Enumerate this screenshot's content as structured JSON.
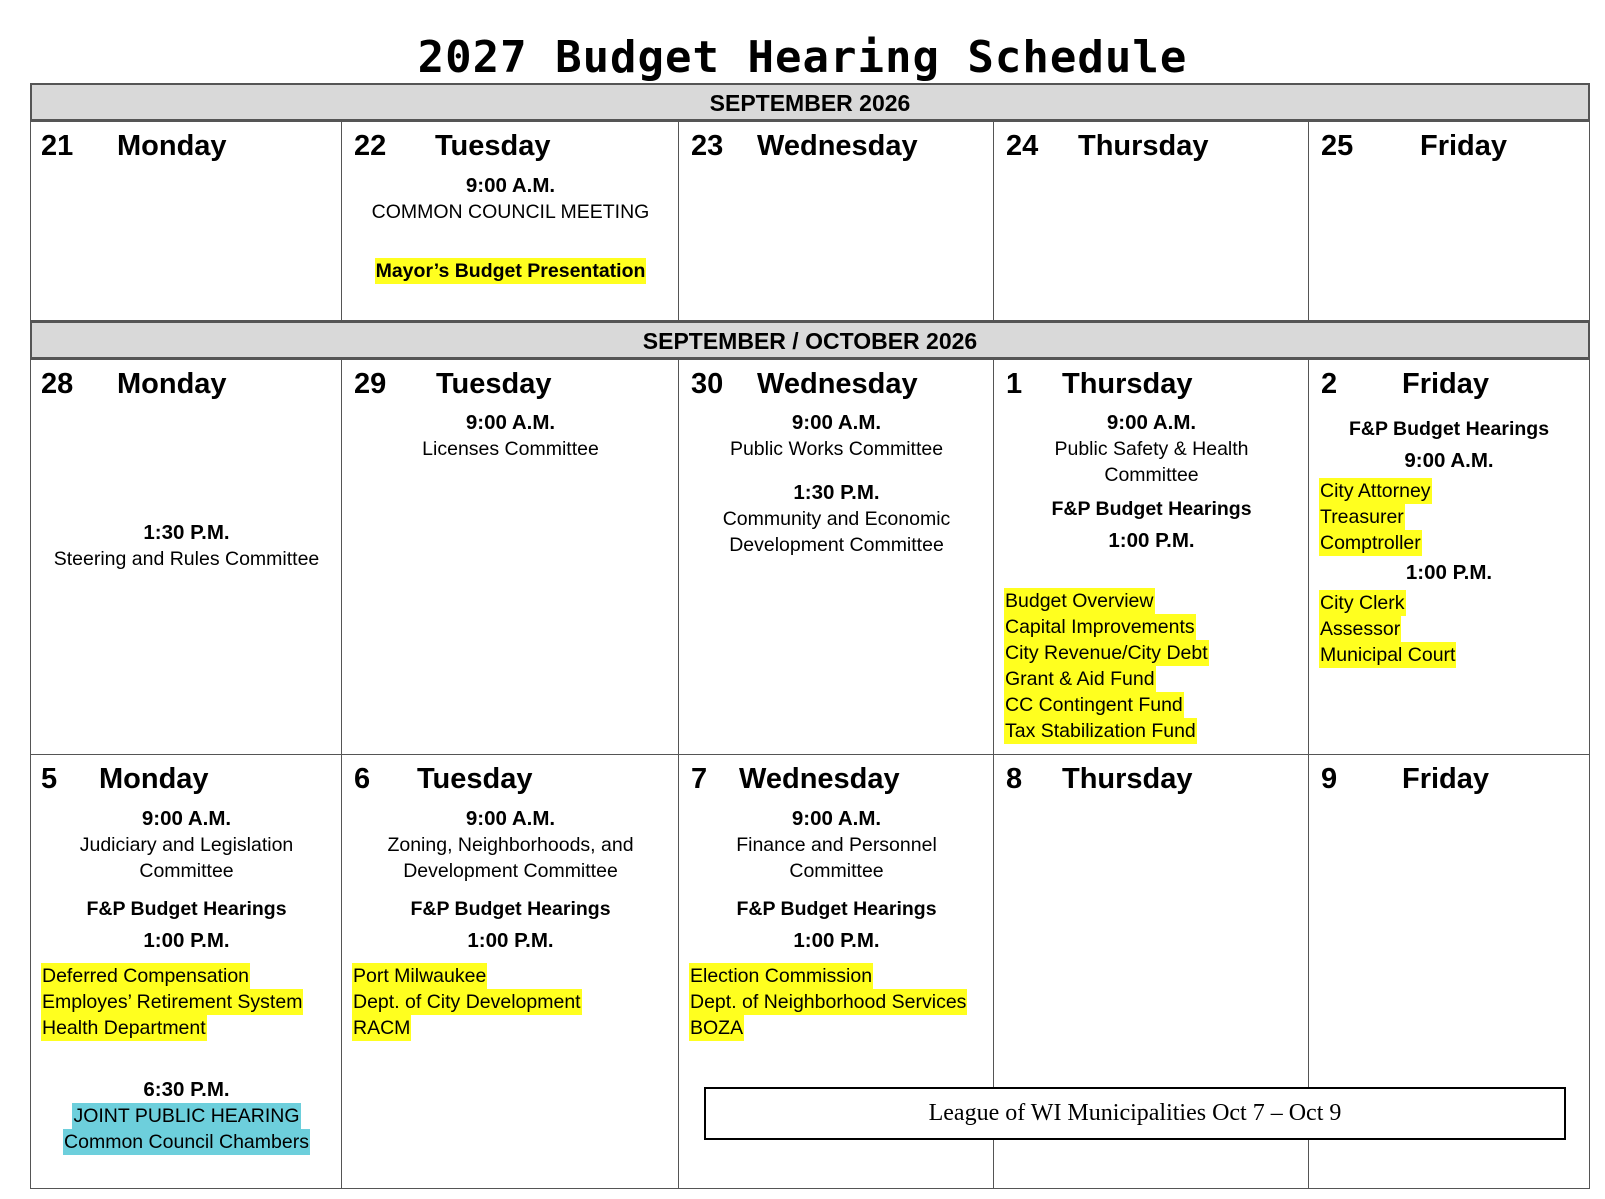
{
  "title": "2027 Budget Hearing Schedule",
  "bands": [
    "SEPTEMBER 2026",
    "SEPTEMBER / OCTOBER 2026"
  ],
  "week1": [
    {
      "num": "21",
      "day": "Monday"
    },
    {
      "num": "22",
      "day": "Tuesday",
      "time": "9:00 A.M.",
      "event": "COMMON COUNCIL MEETING",
      "highlight": "Mayor’s Budget Presentation"
    },
    {
      "num": "23",
      "day": "Wednesday"
    },
    {
      "num": "24",
      "day": "Thursday"
    },
    {
      "num": "25",
      "day": "Friday"
    }
  ],
  "week2": [
    {
      "num": "28",
      "day": "Monday",
      "time": "1:30 P.M.",
      "event": "Steering and Rules Committee"
    },
    {
      "num": "29",
      "day": "Tuesday",
      "time": "9:00 A.M.",
      "event": "Licenses Committee"
    },
    {
      "num": "30",
      "day": "Wednesday",
      "time": "9:00 A.M.",
      "event": "Public Works Committee",
      "time2": "1:30 P.M.",
      "event2a": "Community and Economic",
      "event2b": "Development Committee"
    },
    {
      "num": "1",
      "day": "Thursday",
      "time": "9:00 A.M.",
      "event_a": "Public Safety & Health",
      "event_b": "Committee",
      "fp": "F&P Budget Hearings",
      "time2": "1:00 P.M.",
      "items": [
        "Budget Overview",
        "Capital Improvements",
        "City Revenue/City Debt",
        "Grant & Aid Fund",
        "CC Contingent Fund",
        "Tax Stabilization Fund"
      ]
    },
    {
      "num": "2",
      "day": "Friday",
      "fp": "F&P Budget Hearings",
      "time": "9:00 A.M.",
      "items_am": [
        "City Attorney",
        "Treasurer",
        "Comptroller"
      ],
      "time2": "1:00 P.M.",
      "items_pm": [
        "City Clerk",
        "Assessor",
        "Municipal Court"
      ]
    }
  ],
  "week3": [
    {
      "num": "5",
      "day": "Monday",
      "time": "9:00 A.M.",
      "event_a": "Judiciary and Legislation",
      "event_b": "Committee",
      "fp": "F&P Budget Hearings",
      "time2": "1:00 P.M.",
      "items": [
        "Deferred Compensation",
        "Employes’ Retirement System",
        "Health Department"
      ],
      "time3": "6:30 P.M.",
      "hearing": "JOINT PUBLIC HEARING",
      "hearing_place": "Common Council Chambers"
    },
    {
      "num": "6",
      "day": "Tuesday",
      "time": "9:00 A.M.",
      "event_a": "Zoning, Neighborhoods, and",
      "event_b": "Development Committee",
      "fp": "F&P Budget Hearings",
      "time2": "1:00 P.M.",
      "items": [
        "Port Milwaukee",
        "Dept. of City Development",
        "RACM"
      ]
    },
    {
      "num": "7",
      "day": "Wednesday",
      "time": "9:00 A.M.",
      "event_a": "Finance and Personnel",
      "event_b": "Committee",
      "fp": "F&P Budget Hearings",
      "time2": "1:00 P.M.",
      "items": [
        "Election Commission",
        "Dept. of Neighborhood Services",
        "BOZA"
      ]
    },
    {
      "num": "8",
      "day": "Thursday"
    },
    {
      "num": "9",
      "day": "Friday"
    }
  ],
  "league": "League of WI Municipalities Oct 7 – Oct 9",
  "colors": {
    "highlight": "#ffff1f",
    "hearing_highlight": "#6dcfdc",
    "band": "#d9d9d9"
  }
}
